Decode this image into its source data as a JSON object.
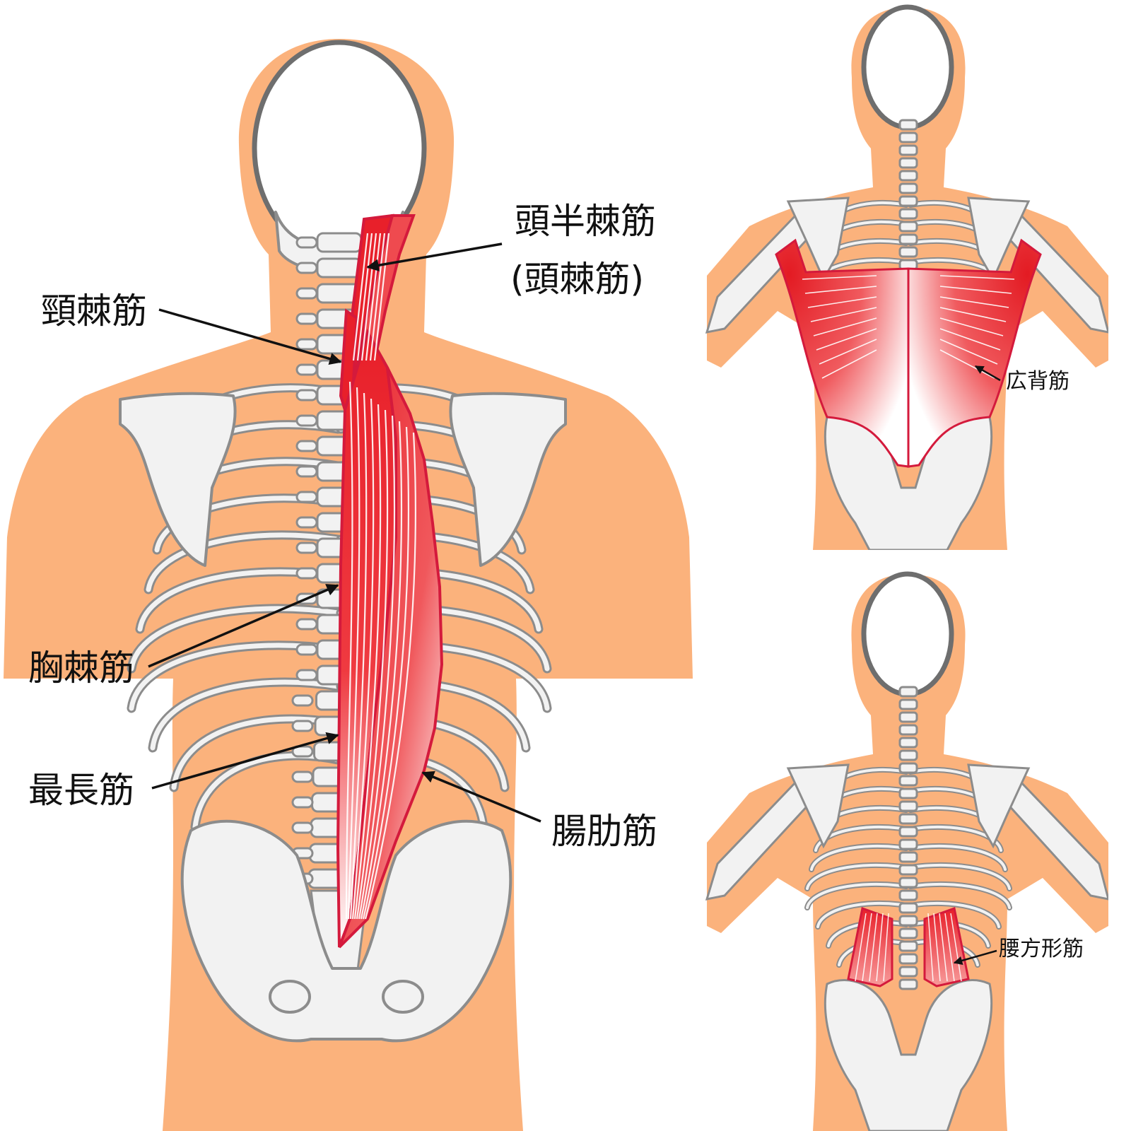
{
  "main_labels": {
    "semispinalis_capitis": "頭半棘筋",
    "spinalis_capitis": "(頭棘筋)",
    "spinalis_cervicis": "頸棘筋",
    "spinalis_thoracis": "胸棘筋",
    "longissimus": "最長筋",
    "iliocostalis": "腸肋筋"
  },
  "side_labels": {
    "latissimus_dorsi": "広背筋",
    "quadratus_lumborum": "腰方形筋"
  },
  "colors": {
    "skin": "#fbb27c",
    "bone_fill": "#f2f2f2",
    "bone_outline": "#8c8c8c",
    "muscle": "#e8202a",
    "muscle_outline": "#d41a3c"
  }
}
